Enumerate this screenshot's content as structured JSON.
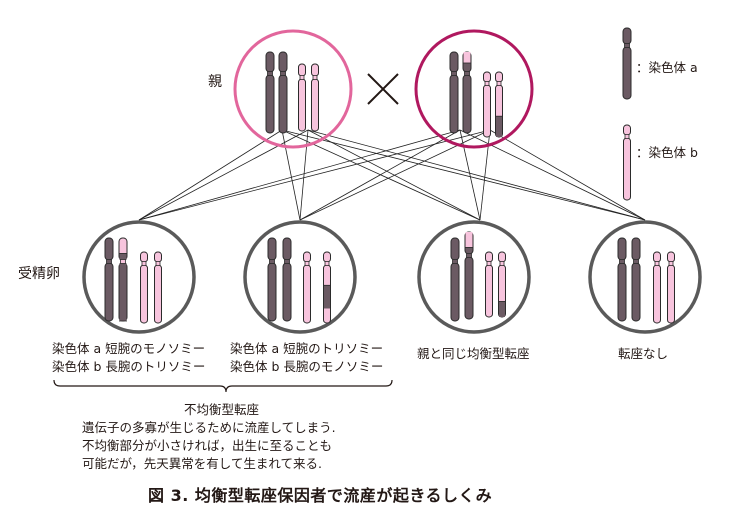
{
  "labels": {
    "parents": "親",
    "gametes": "受精卵",
    "legend_a": "：染色体 a",
    "legend_b": "：染色体 b",
    "zygote1_line1": "染色体 a 短腕のモノソミー",
    "zygote1_line2": "染色体 b 長腕のトリソミー",
    "zygote2_line1": "染色体 a 短腕のトリソミー",
    "zygote2_line2": "染色体 b 長腕のモノソミー",
    "zygote3": "親と同じ均衡型転座",
    "zygote4": "転座なし",
    "note_title": "不均衡型転座",
    "note_line1": "遺伝子の多寡が生じるために流産してしまう.",
    "note_line2": "不均衡部分が小さければ，出生に至ることも",
    "note_line3": "可能だが，先天異常を有して生まれて来る.",
    "caption": "図 3.  均衡型転座保因者で流産が起きるしくみ"
  },
  "symbols": {
    "cross": "×"
  },
  "colors": {
    "chromosome_a": "#6b5a63",
    "chromosome_b": "#f7c4dd",
    "outline": "#2b2b2b",
    "parent1_circle": "#e2669c",
    "parent2_circle": "#b0185f",
    "zygote_circle": "#5a5a5a",
    "lines": "#222222"
  }
}
